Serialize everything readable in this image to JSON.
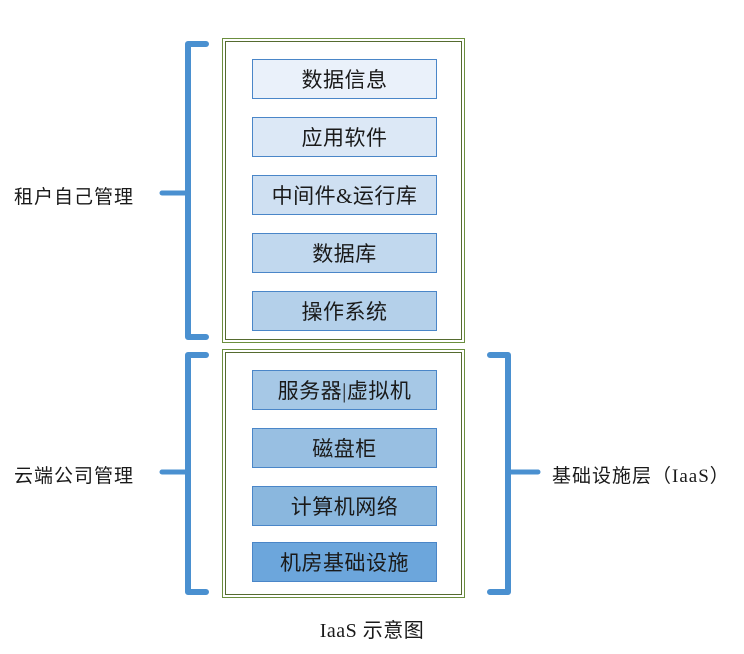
{
  "caption": "IaaS 示意图",
  "colors": {
    "bracket": "#4A90D0",
    "container_border": "#556B2F",
    "box_border": "#4A86C8",
    "background": "#FFFFFF"
  },
  "tenant_section": {
    "side_label": "租户自己管理",
    "layers": [
      {
        "label": "数据信息",
        "fill": "#EAF1FA"
      },
      {
        "label": "应用软件",
        "fill": "#DCE8F6"
      },
      {
        "label": "中间件&运行库",
        "fill": "#CFE0F2"
      },
      {
        "label": "数据库",
        "fill": "#C1D8EE"
      },
      {
        "label": "操作系统",
        "fill": "#B4D0EA"
      }
    ]
  },
  "provider_section": {
    "side_label": "云端公司管理",
    "right_label": "基础设施层（IaaS）",
    "layers": [
      {
        "label": "服务器|虚拟机",
        "fill": "#A6C8E6"
      },
      {
        "label": "磁盘柜",
        "fill": "#98BFE2"
      },
      {
        "label": "计算机网络",
        "fill": "#8AB7DE"
      },
      {
        "label": "机房基础设施",
        "fill": "#6CA6DC"
      }
    ]
  }
}
